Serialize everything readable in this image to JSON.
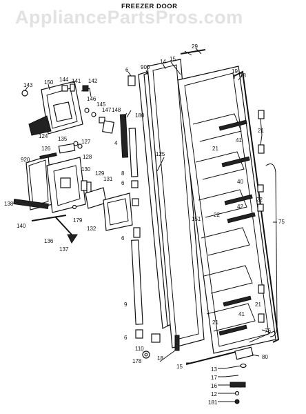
{
  "watermark": "AppliancePartsPros.com",
  "title": "FREEZER DOOR",
  "callouts": {
    "c29": "29",
    "c6a": "6",
    "c900": "900",
    "c14": "14",
    "c15a": "15",
    "c19": "19",
    "c18a": "18",
    "c143": "143",
    "c150": "150",
    "c144": "144",
    "c141": "141",
    "c142": "142",
    "c146": "146",
    "c145": "145",
    "c147": "147",
    "c148": "148",
    "c180": "180",
    "c124": "124",
    "c4": "4",
    "c21a": "21",
    "c21b": "21",
    "c41a": "41",
    "c126": "126",
    "c135": "135",
    "c127": "127",
    "c920": "920",
    "c128": "128",
    "c125": "125",
    "c130": "130",
    "c129": "129",
    "c131": "131",
    "c8": "8",
    "c6b": "6",
    "c40": "40",
    "c22a": "22",
    "c42": "42",
    "c22b": "22",
    "c138": "138",
    "c179": "179",
    "c151": "151",
    "c75": "75",
    "c140": "140",
    "c132": "132",
    "c6c": "6",
    "c136": "136",
    "c137": "137",
    "c9": "9",
    "c21c": "21",
    "c41b": "41",
    "c21d": "21",
    "c76": "76",
    "c6d": "6",
    "c110": "110",
    "c178": "178",
    "c18b": "18",
    "c15b": "15",
    "c80": "80",
    "c13": "13",
    "c17": "17",
    "c16": "16",
    "c12": "12",
    "c181": "181"
  }
}
